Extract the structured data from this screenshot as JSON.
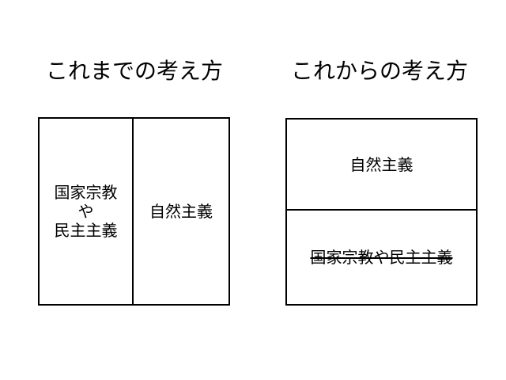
{
  "left": {
    "title": "これまでの考え方",
    "cell_a_lines": [
      "国家宗教",
      "や",
      "民主主義"
    ],
    "cell_b": "自然主義"
  },
  "right": {
    "title": "これからの考え方",
    "top_cell": "自然主義",
    "bottom_cell_struck": "国家宗教や民主主義"
  }
}
